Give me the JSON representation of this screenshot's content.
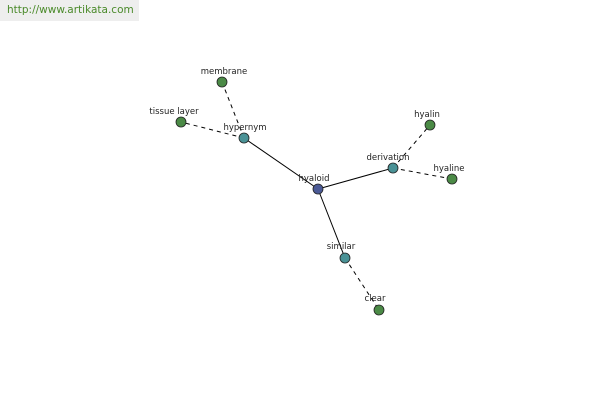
{
  "watermark": {
    "url": "http://www.artikata.com"
  },
  "colors": {
    "center_node": "#4b5a96",
    "relation_node": "#4a9296",
    "word_node": "#4b8a46"
  },
  "nodes": {
    "hyaloid": {
      "label": "hyaloid",
      "kind": "center"
    },
    "hypernym": {
      "label": "hypernym",
      "kind": "relation"
    },
    "derivation": {
      "label": "derivation",
      "kind": "relation"
    },
    "similar": {
      "label": "similar",
      "kind": "relation"
    },
    "membrane": {
      "label": "membrane",
      "kind": "word"
    },
    "tissue_layer": {
      "label": "tissue layer",
      "kind": "word"
    },
    "hyalin": {
      "label": "hyalin",
      "kind": "word"
    },
    "hyaline": {
      "label": "hyaline",
      "kind": "word"
    },
    "clear": {
      "label": "clear",
      "kind": "word"
    }
  },
  "edges": [
    {
      "from": "hyaloid",
      "to": "hypernym",
      "style": "solid"
    },
    {
      "from": "hyaloid",
      "to": "derivation",
      "style": "solid"
    },
    {
      "from": "hyaloid",
      "to": "similar",
      "style": "solid"
    },
    {
      "from": "hypernym",
      "to": "membrane",
      "style": "dashed"
    },
    {
      "from": "hypernym",
      "to": "tissue_layer",
      "style": "dashed"
    },
    {
      "from": "derivation",
      "to": "hyalin",
      "style": "dashed"
    },
    {
      "from": "derivation",
      "to": "hyaline",
      "style": "dashed"
    },
    {
      "from": "similar",
      "to": "clear",
      "style": "dashed"
    }
  ]
}
